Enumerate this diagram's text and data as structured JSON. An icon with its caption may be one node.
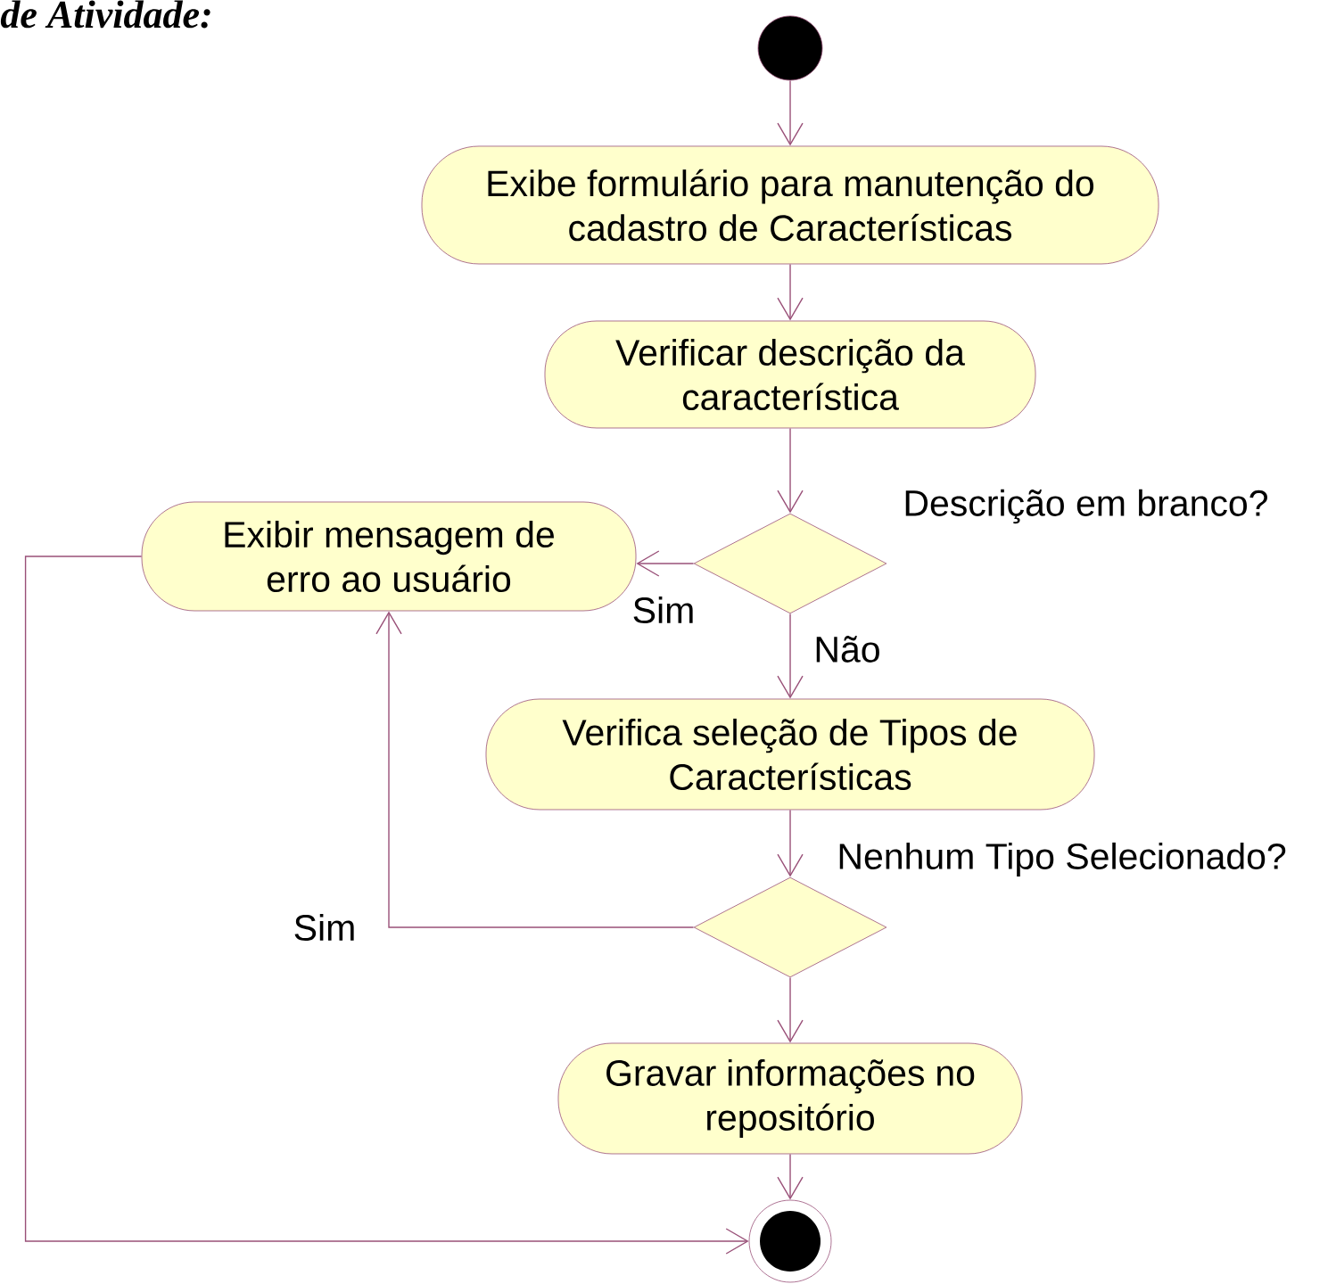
{
  "diagram": {
    "nodes": [
      {
        "text": [],
        "shape": "circle"
      },
      {
        "text": [
          "Exibe formulário para manutenção do cadastro de Características"
        ]
      },
      {
        "text": [
          "Verificar descrição da característica"
        ]
      },
      {
        "text": [],
        "shape": "diamond",
        "beside": [
          "Descrição em branco?"
        ]
      },
      {
        "text": [
          "Exibir mensagem de erro ao usuário"
        ]
      },
      {
        "text": [
          "Verifica seleção de Tipos de Características"
        ]
      },
      {
        "text": [],
        "shape": "diamond",
        "beside": [
          "Nenhum Tipo Selecionado?"
        ]
      },
      {
        "text": [
          "Gravar informações no repositório"
        ]
      },
      {
        "text": [],
        "shape": "bullseye"
      }
    ],
    "edges": [
      {
        "from": 0,
        "to": 1,
        "arrow": "to"
      },
      {
        "from": 1,
        "to": 2,
        "arrow": "to"
      },
      {
        "from": 2,
        "to": 3,
        "arrow": "to"
      },
      {
        "from": 3,
        "to": 4,
        "arrow": "to",
        "label": "Sim"
      },
      {
        "from": 3,
        "to": 5,
        "arrow": "to",
        "label": "Não"
      },
      {
        "from": 5,
        "to": 6,
        "arrow": "to"
      },
      {
        "from": 6,
        "to": 4,
        "arrow": "to",
        "label": "Sim"
      },
      {
        "from": 6,
        "to": 7,
        "arrow": "to"
      },
      {
        "from": 7,
        "to": 8,
        "arrow": "to"
      },
      {
        "from": 4,
        "to": 8,
        "arrow": "to"
      }
    ],
    "labels": [
      "de Atividade:"
    ]
  }
}
